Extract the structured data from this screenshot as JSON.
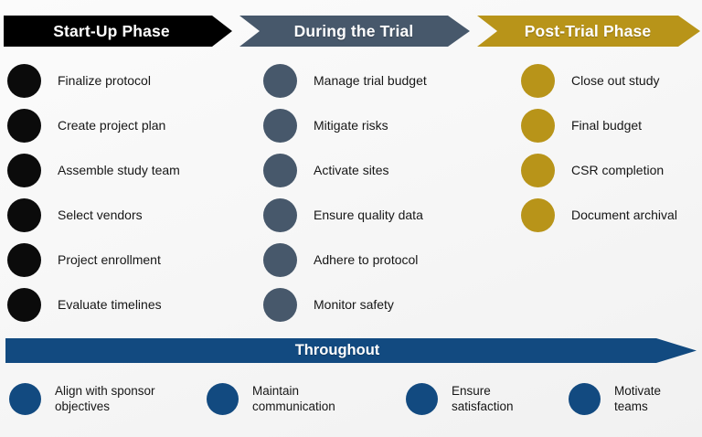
{
  "colors": {
    "phase_startup": "#000000",
    "phase_during": "#47586b",
    "phase_post": "#b89419",
    "throughout": "#124a80",
    "background": "#f7f7f7",
    "label_text": "#161616",
    "banner_text": "#ffffff"
  },
  "phases": [
    {
      "id": "start-up",
      "title": "Start-Up Phase",
      "color": "#000000",
      "tasks": [
        "Finalize protocol",
        "Create project plan",
        "Assemble study team",
        "Select vendors",
        "Project enrollment",
        "Evaluate timelines"
      ]
    },
    {
      "id": "during-trial",
      "title": "During the Trial",
      "color": "#47586b",
      "tasks": [
        "Manage trial budget",
        "Mitigate risks",
        "Activate sites",
        "Ensure quality data",
        "Adhere to protocol",
        "Monitor safety"
      ]
    },
    {
      "id": "post-trial",
      "title": "Post-Trial Phase",
      "color": "#b89419",
      "tasks": [
        "Close out study",
        "Final budget",
        "CSR completion",
        "Document archival"
      ]
    }
  ],
  "throughout": {
    "title": "Throughout",
    "color": "#124a80",
    "items": [
      "Align with sponsor\nobjectives",
      "Maintain\ncommunication",
      "Ensure\nsatisfaction",
      "Motivate\nteams"
    ]
  }
}
